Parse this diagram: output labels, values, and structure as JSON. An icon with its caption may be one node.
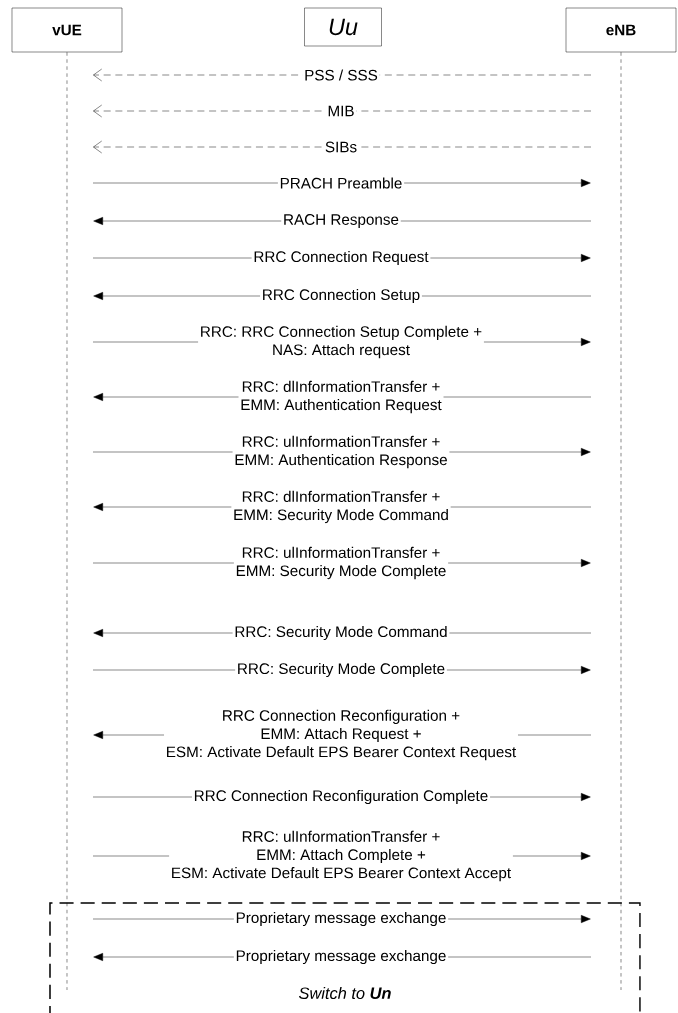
{
  "diagram": {
    "nodes": [
      {
        "text": [
          "vUE"
        ]
      },
      {
        "text": [
          "Uu"
        ]
      },
      {
        "text": [
          "eNB"
        ]
      }
    ],
    "labels": [
      "Switch to **Un**"
    ],
    "edges": [
      {
        "from": 2,
        "to": 0,
        "arrow": "to",
        "label": "PSS / SSS",
        "style": "dashed"
      },
      {
        "from": 2,
        "to": 0,
        "arrow": "to",
        "label": "MIB",
        "style": "dashed"
      },
      {
        "from": 2,
        "to": 0,
        "arrow": "to",
        "label": "SIBs",
        "style": "dashed"
      },
      {
        "from": 0,
        "to": 2,
        "arrow": "to",
        "label": "PRACH Preamble"
      },
      {
        "from": 2,
        "to": 0,
        "arrow": "to",
        "label": "RACH Response"
      },
      {
        "from": 0,
        "to": 2,
        "arrow": "to",
        "label": "RRC Connection Request"
      },
      {
        "from": 2,
        "to": 0,
        "arrow": "to",
        "label": "RRC Connection Setup"
      },
      {
        "from": 0,
        "to": 2,
        "arrow": "to",
        "label": "RRC: RRC Connection Setup Complete + NAS: Attach request"
      },
      {
        "from": 2,
        "to": 0,
        "arrow": "to",
        "label": "RRC: dlInformationTransfer + EMM: Authentication Request"
      },
      {
        "from": 0,
        "to": 2,
        "arrow": "to",
        "label": "RRC: ulInformationTransfer + EMM: Authentication Response"
      },
      {
        "from": 2,
        "to": 0,
        "arrow": "to",
        "label": "RRC: dlInformationTransfer + EMM: Security Mode Command"
      },
      {
        "from": 0,
        "to": 2,
        "arrow": "to",
        "label": "RRC: ulInformationTransfer + EMM: Security Mode Complete"
      },
      {
        "from": 2,
        "to": 0,
        "arrow": "to",
        "label": "RRC: Security Mode Command"
      },
      {
        "from": 0,
        "to": 2,
        "arrow": "to",
        "label": "RRC: Security Mode Complete"
      },
      {
        "from": 2,
        "to": 0,
        "arrow": "to",
        "label": "RRC Connection Reconfiguration + EMM: Attach Request + ESM: Activate Default EPS Bearer Context Request"
      },
      {
        "from": 0,
        "to": 2,
        "arrow": "to",
        "label": "RRC Connection Reconfiguration Complete"
      },
      {
        "from": 0,
        "to": 2,
        "arrow": "to",
        "label": "RRC: ulInformationTransfer + EMM: Attach Complete + ESM: Activate Default EPS Bearer Context Accept"
      },
      {
        "from": 0,
        "to": 2,
        "arrow": "to",
        "label": "Proprietary message exchange"
      },
      {
        "from": 2,
        "to": 0,
        "arrow": "to",
        "label": "Proprietary message exchange"
      }
    ]
  }
}
